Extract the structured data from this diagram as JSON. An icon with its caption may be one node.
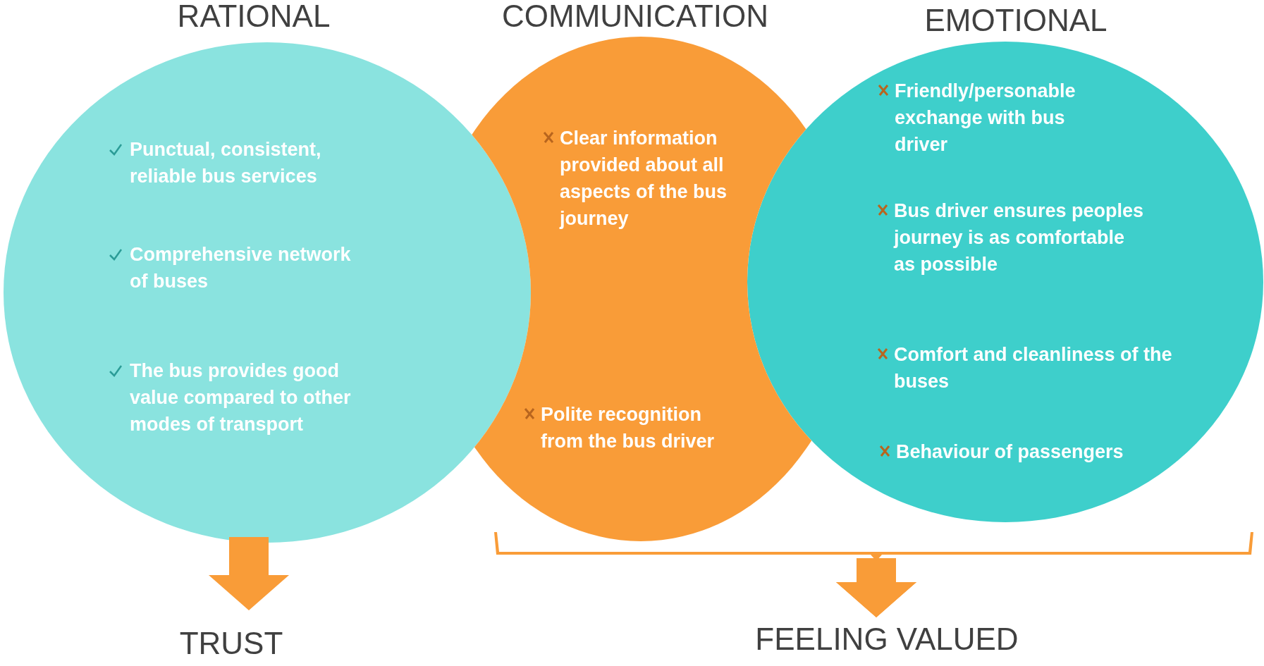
{
  "diagram": {
    "nodes": [
      {
        "text": [
          "RATIONAL",
          "Punctual, consistent, reliable bus services",
          "Comprehensive network of buses",
          "The bus provides good value compared to other modes of transport"
        ]
      },
      {
        "text": [
          "COMMUNICATION",
          "Clear information provided about all aspects of the bus journey",
          "Polite recognition from the bus driver"
        ]
      },
      {
        "text": [
          "EMOTIONAL",
          "Friendly/personable exchange with bus driver",
          "Bus driver ensures peoples journey is as comfortable as possible",
          "Comfort and cleanliness  of the buses",
          "Behaviour of passengers"
        ]
      },
      {
        "text": [
          "TRUST"
        ]
      },
      {
        "text": [
          "FEELING VALUED"
        ]
      }
    ],
    "edges": [
      {
        "from": 0,
        "to": 3,
        "arrow": "to"
      },
      {
        "from": 1,
        "to": 4,
        "arrow": "to"
      },
      {
        "from": 2,
        "to": 4,
        "arrow": "to"
      }
    ]
  }
}
